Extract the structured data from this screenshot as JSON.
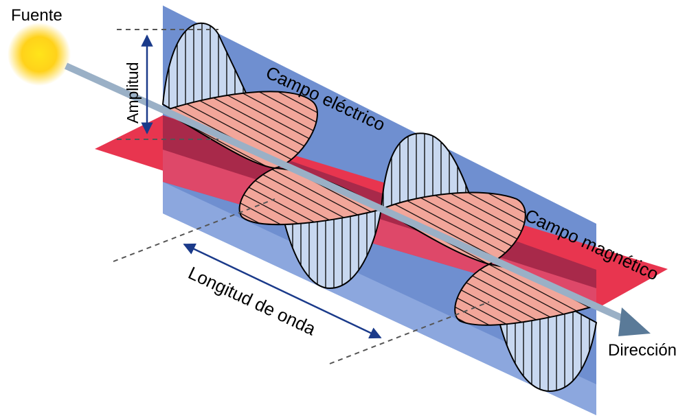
{
  "labels": {
    "source": "Fuente",
    "amplitude": "Amplitud",
    "electric_field": "Campo eléctrico",
    "magnetic_field": "Campo magnético",
    "wavelength": "Longitud de onda",
    "direction": "Dirección"
  },
  "colors": {
    "electric_plane": "#6f8fd0",
    "magnetic_plane": "#e8354f",
    "overlap_region": "#a8294a",
    "electric_lobe_fill": "#c8d8f0",
    "magnetic_lobe_fill": "#f2a69a",
    "axis_arrow": "#9ab0c6",
    "direction_arrowhead": "#5a7a98",
    "source_sun": "#ffd21a",
    "guide_arrow": "#1a3a8a"
  },
  "icons": {
    "source": "sun-icon"
  }
}
